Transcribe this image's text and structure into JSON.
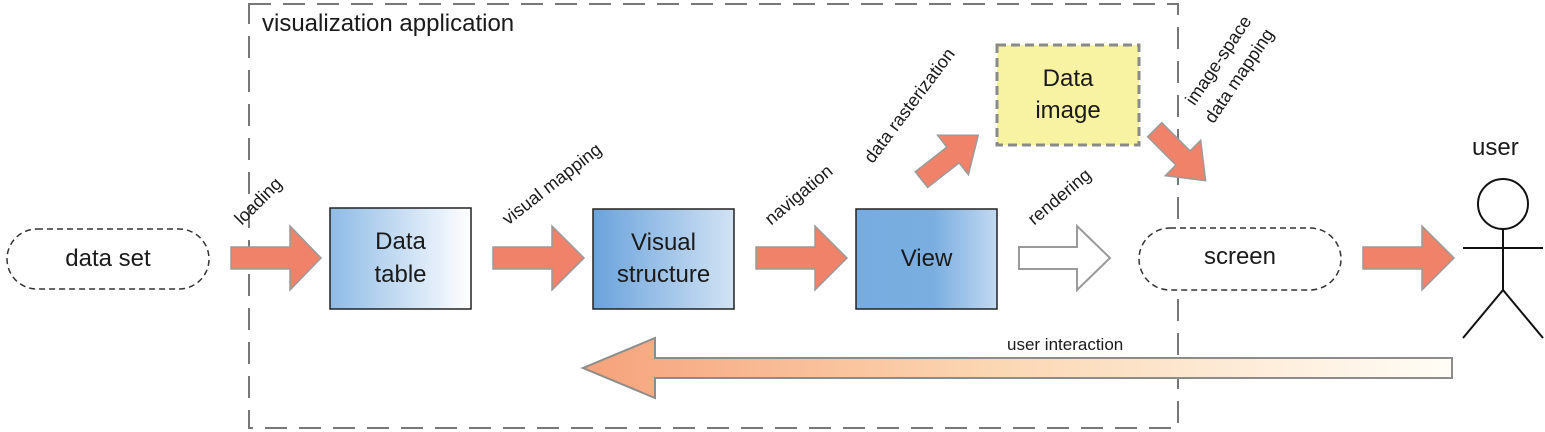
{
  "frame_label": "visualization application",
  "nodes": {
    "data_set": "data set",
    "data_table": "Data\ntable",
    "visual_structure": "Visual\nstructure",
    "view": "View",
    "data_image": "Data\nimage",
    "screen": "screen",
    "user": "user"
  },
  "edges": {
    "loading": "loading",
    "visual_mapping": "visual mapping",
    "navigation": "navigation",
    "data_rasterization": "data rasterization",
    "rendering": "rendering",
    "image_space_line1": "image-space",
    "image_space_line2": "data mapping",
    "user_interaction": "user interaction"
  },
  "colors": {
    "arrow_fill": "#f0826a",
    "arrow_stroke": "#9a9a9a",
    "box_blue_light": "#c7d9ef",
    "box_blue_dark": "#7aaee0",
    "data_image_fill": "#f8f3a3",
    "dashed_border": "#777777"
  }
}
